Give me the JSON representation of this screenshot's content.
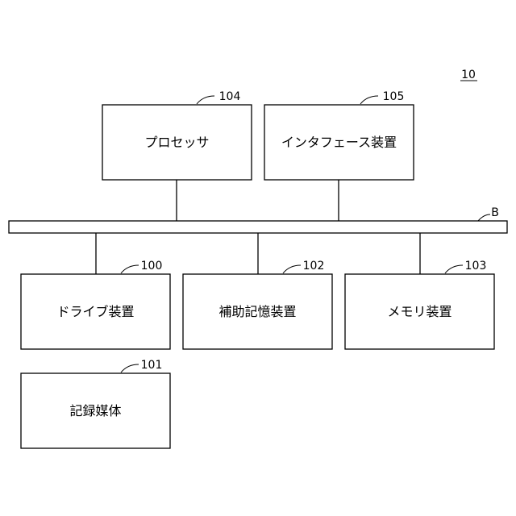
{
  "figure": {
    "ref_number": "10",
    "bus_label": "B"
  },
  "blocks": {
    "processor": {
      "label": "プロセッサ",
      "ref": "104"
    },
    "interface": {
      "label": "インタフェース装置",
      "ref": "105"
    },
    "drive": {
      "label": "ドライブ装置",
      "ref": "100"
    },
    "aux_storage": {
      "label": "補助記憶装置",
      "ref": "102"
    },
    "memory": {
      "label": "メモリ装置",
      "ref": "103"
    },
    "media": {
      "label": "記録媒体",
      "ref": "101"
    }
  }
}
